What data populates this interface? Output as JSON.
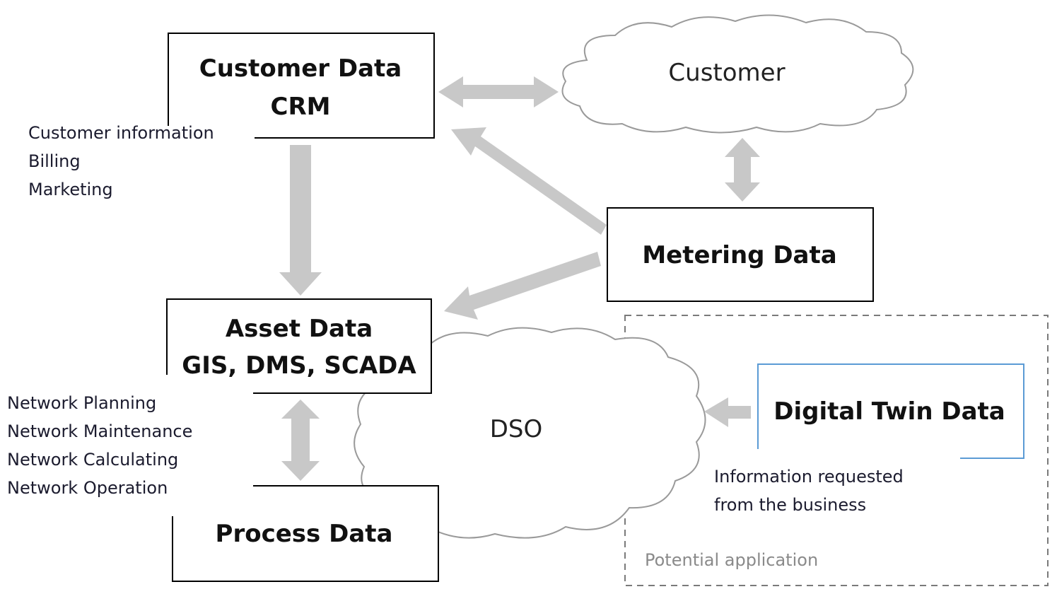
{
  "nodes": {
    "customer_data": {
      "lines": [
        "Customer Data",
        "CRM"
      ]
    },
    "customer": {
      "label": "Customer"
    },
    "metering_data": {
      "label": "Metering Data"
    },
    "asset_data": {
      "lines": [
        "Asset Data",
        "GIS, DMS, SCADA"
      ]
    },
    "dso": {
      "label": "DSO"
    },
    "process_data": {
      "label": "Process Data"
    },
    "digital_twin_data": {
      "label": "Digital Twin Data"
    }
  },
  "notes": {
    "customer_data": [
      "Customer information",
      "Billing",
      "Marketing"
    ],
    "asset_data": [
      "Network Planning",
      "Network Maintenance",
      "Network Calculating",
      "Network Operation"
    ],
    "digital_twin": [
      "Information requested",
      "from the business"
    ]
  },
  "region": {
    "label": "Potential application"
  },
  "colors": {
    "arrow": "#c8c8c8",
    "box_border": "#000000",
    "digital_twin_border": "#5b9bd5",
    "cloud_border": "#9a9a9a",
    "region_border": "#7a7a7a"
  }
}
